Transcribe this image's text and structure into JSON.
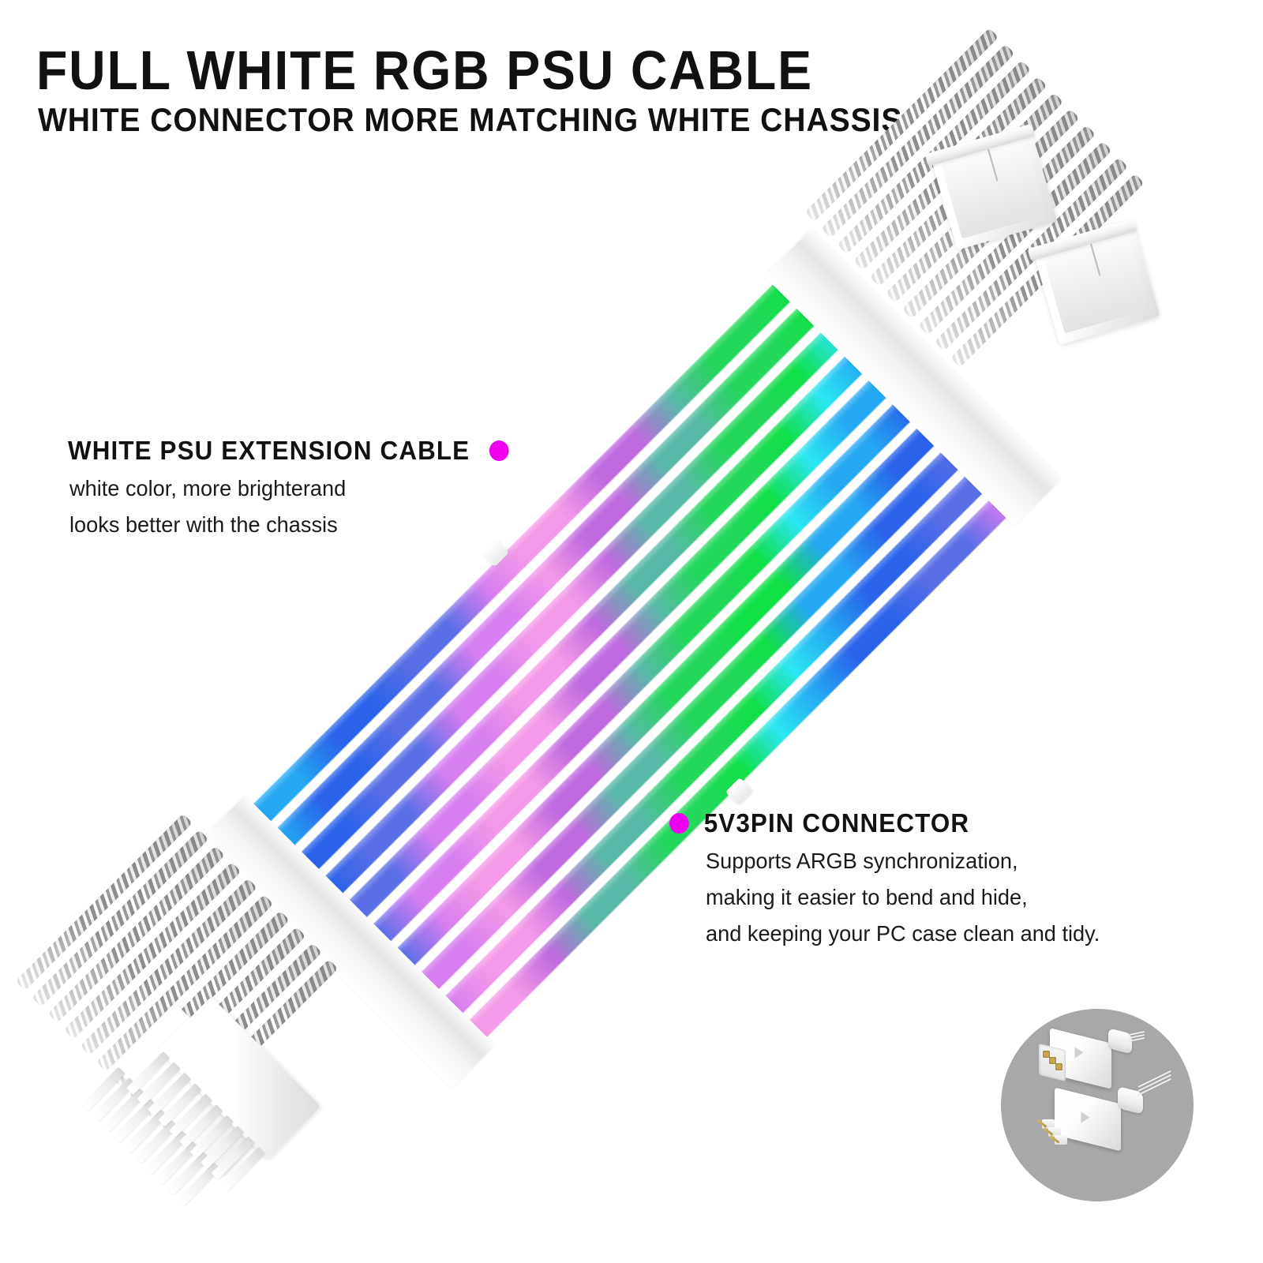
{
  "header": {
    "title": "FULL  WHITE  RGB  PSU  CABLE",
    "subtitle": "WHITE  CONNECTOR  MORE  MATCHING  WHITE  CHASSIS"
  },
  "accent_color": "#ee00ee",
  "callouts": [
    {
      "id": "white-psu-extension-cable",
      "heading": "WHITE  PSU  EXTENSION  CABLE",
      "dot_position": "after",
      "dot_color": "#ee00ee",
      "body_lines": [
        "white color, more brighterand",
        "looks better with the chassis"
      ]
    },
    {
      "id": "5v3pin-connector",
      "heading": "5V3PIN  CONNECTOR",
      "dot_position": "before",
      "dot_color": "#ee00ee",
      "body_lines": [
        "Supports ARGB synchronization,",
        "making it easier to bend and hide,",
        "and keeping your PC case clean and tidy."
      ]
    }
  ],
  "product": {
    "name": "White RGB PSU Extension Cable",
    "cable": {
      "orientation_deg": -45,
      "strip_count": 10,
      "strip_gradient_stops": [
        "#26e2f5",
        "#1f7cf0",
        "#3a5fe8",
        "#c96ef0",
        "#f08ae8",
        "#b05ad8",
        "#2ecf6a",
        "#12e04a"
      ],
      "sleeve_color": "#ffffff",
      "braid_colors": [
        "#8e8e8e",
        "#f2f2f2"
      ]
    },
    "connectors": {
      "bottom_left": {
        "name": "24-pin ATX male connector",
        "color": "#ffffff",
        "pin_rows": 2
      },
      "top_right": {
        "name": "split 24-pin female connectors",
        "count": 2,
        "color": "#ffffff"
      }
    }
  },
  "inset": {
    "name": "5V 3-pin ARGB connector pair",
    "background_color": "#a8a8a8",
    "connector_count": 2,
    "connector_color": "#ffffff",
    "pin_color": "#c9a84a"
  }
}
